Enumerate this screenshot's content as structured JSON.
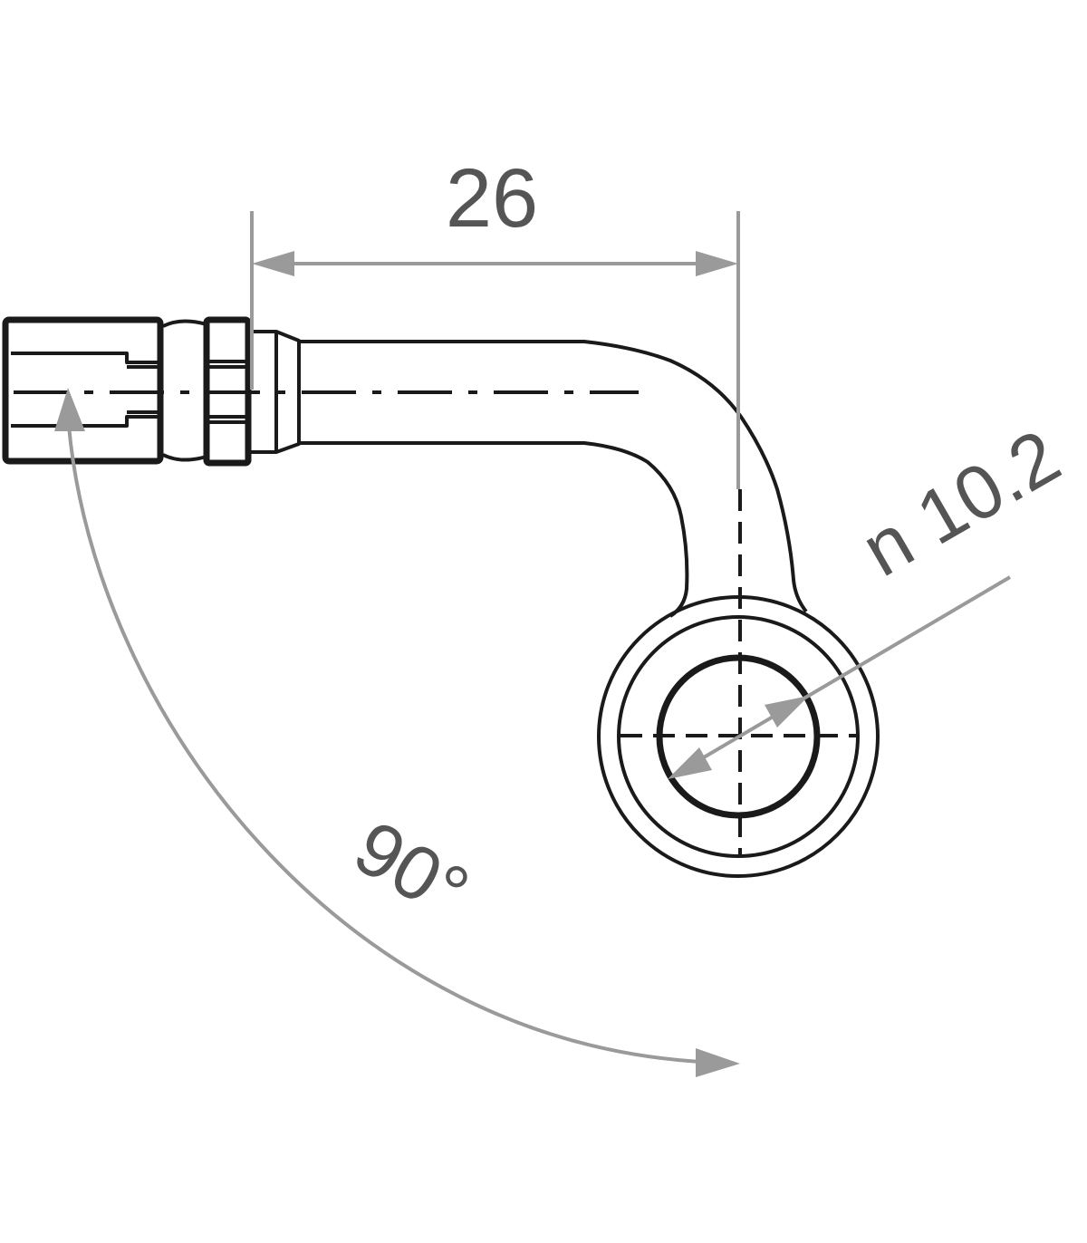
{
  "drawing": {
    "length_dimension": "26",
    "diameter_dimension": "n 10.2",
    "angle_dimension": "90°",
    "colors": {
      "outline": "#1a1a1a",
      "dimension": "#9a9a9a",
      "text": "#555555"
    }
  }
}
